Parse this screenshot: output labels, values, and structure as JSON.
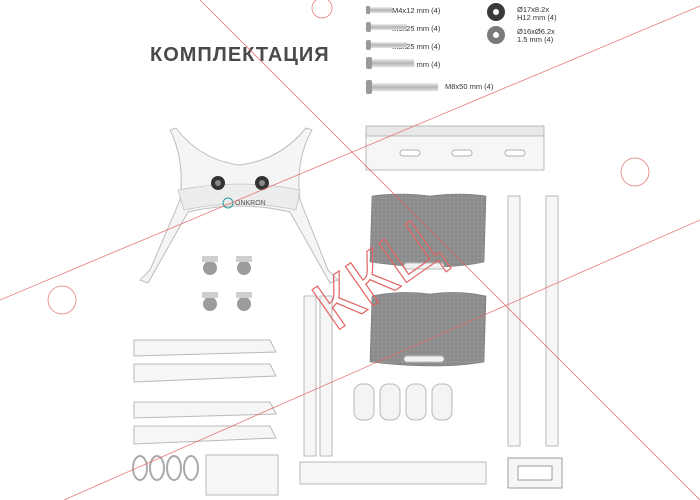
{
  "title": "КОМПЛЕКТАЦИЯ",
  "brand": "ONKRON",
  "watermark": "ККЦ",
  "hardware": {
    "screws": [
      "M4x12 mm (4)",
      "M6x25 mm (4)",
      "M5x25 mm (4)",
      "M8x25 mm (4)",
      "M8x50 mm (4)"
    ],
    "washers": [
      {
        "line1": "Ø17x8.2x",
        "line2": "H12 mm (4)"
      },
      {
        "line1": "Ø16xØ6.2x",
        "line2": "1.5 mm (4)"
      }
    ]
  },
  "colors": {
    "part_stroke": "#b9b9b9",
    "part_fill": "#f4f4f4",
    "tray_fill": "#8a8a8a",
    "watermark": "#e26464"
  }
}
